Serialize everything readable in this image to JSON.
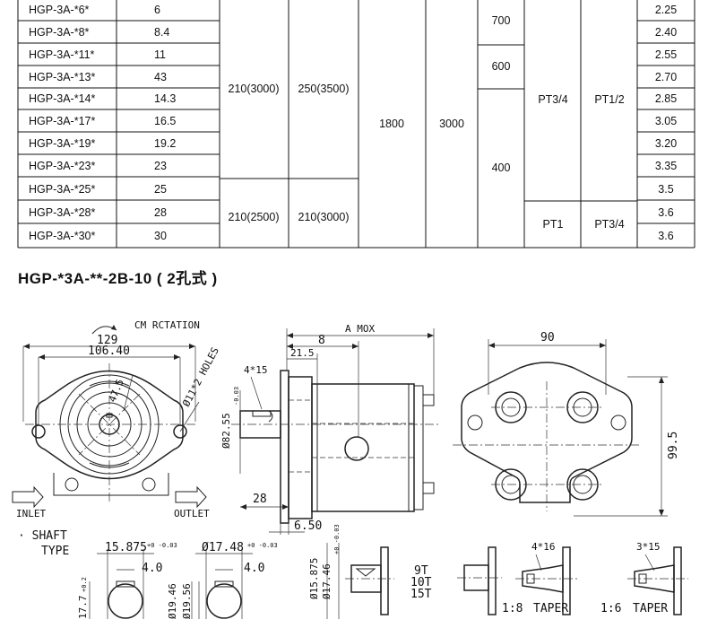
{
  "table": {
    "rows": [
      {
        "model": "HGP-3A-*6*",
        "disp": "6",
        "weight": "2.25"
      },
      {
        "model": "HGP-3A-*8*",
        "disp": "8.4",
        "weight": "2.40"
      },
      {
        "model": "HGP-3A-*11*",
        "disp": "11",
        "weight": "2.55"
      },
      {
        "model": "HGP-3A-*13*",
        "disp": "43",
        "weight": "2.70"
      },
      {
        "model": "HGP-3A-*14*",
        "disp": "14.3",
        "weight": "2.85"
      },
      {
        "model": "HGP-3A-*17*",
        "disp": "16.5",
        "weight": "3.05"
      },
      {
        "model": "HGP-3A-*19*",
        "disp": "19.2",
        "weight": "3.20"
      },
      {
        "model": "HGP-3A-*23*",
        "disp": "23",
        "weight": "3.35"
      },
      {
        "model": "HGP-3A-*25*",
        "disp": "25",
        "weight": "3.5"
      },
      {
        "model": "HGP-3A-*28*",
        "disp": "28",
        "weight": "3.6"
      },
      {
        "model": "HGP-3A-*30*",
        "disp": "30",
        "weight": "3.6"
      }
    ],
    "pressure_rated_a": "210(3000)",
    "pressure_max_a": "250(3500)",
    "pressure_rated_b": "210(2500)",
    "pressure_max_b": "210(3000)",
    "speed_min": "1800",
    "speed_max": "3000",
    "speed_limit_1": "700",
    "speed_limit_2": "600",
    "speed_limit_3": "400",
    "port_in_a": "PT3/4",
    "port_out_a": "PT1/2",
    "port_in_b": "PT1",
    "port_out_b": "PT3/4"
  },
  "heading": "HGP-*3A-**-2B-10 ( 2孔式 )",
  "drawing": {
    "front": {
      "rotation": "CM RCTATION",
      "dim_129": "129",
      "dim_106_40": "106.40",
      "dim_47_5": "47.5",
      "holes": "Ø11*2 HOLES",
      "inlet": "INLET",
      "outlet": "OUTLET"
    },
    "side": {
      "a_mox": "A MOX",
      "dim_8": "8",
      "dim_21_5": "21.5",
      "key": "4*15",
      "dia_82_55": "Ø82.55",
      "tol_82": "-0.03",
      "dim_28": "28",
      "dim_6_50": "6.50"
    },
    "rear": {
      "dim_90": "90",
      "dim_99_5": "99.5"
    },
    "shaft": {
      "title_1": "· SHAFT",
      "title_2": "TYPE",
      "s1_dia": "15.875",
      "s1_tol": "+0 -0.03",
      "s1_key": "4.0",
      "s1_h": "17.7",
      "s1_htol": "+0.2",
      "s2_dia": "Ø17.48",
      "s2_tol": "+0 -0.03",
      "s2_key": "4.0",
      "s2_h1": "Ø19.46",
      "s2_h2": "Ø19.56",
      "s3_dia1": "Ø15.875",
      "s3_dia2": "Ø17.46",
      "s3_tol": "+0 -0.03",
      "spl_9t": "9T",
      "spl_10t": "10T",
      "spl_15t": "15T",
      "t1_key": "4*16",
      "t1_ratio": "1:8",
      "t1_label": "TAPER",
      "t2_key": "3*15",
      "t2_ratio": "1:6",
      "t2_label": "TAPER"
    }
  }
}
